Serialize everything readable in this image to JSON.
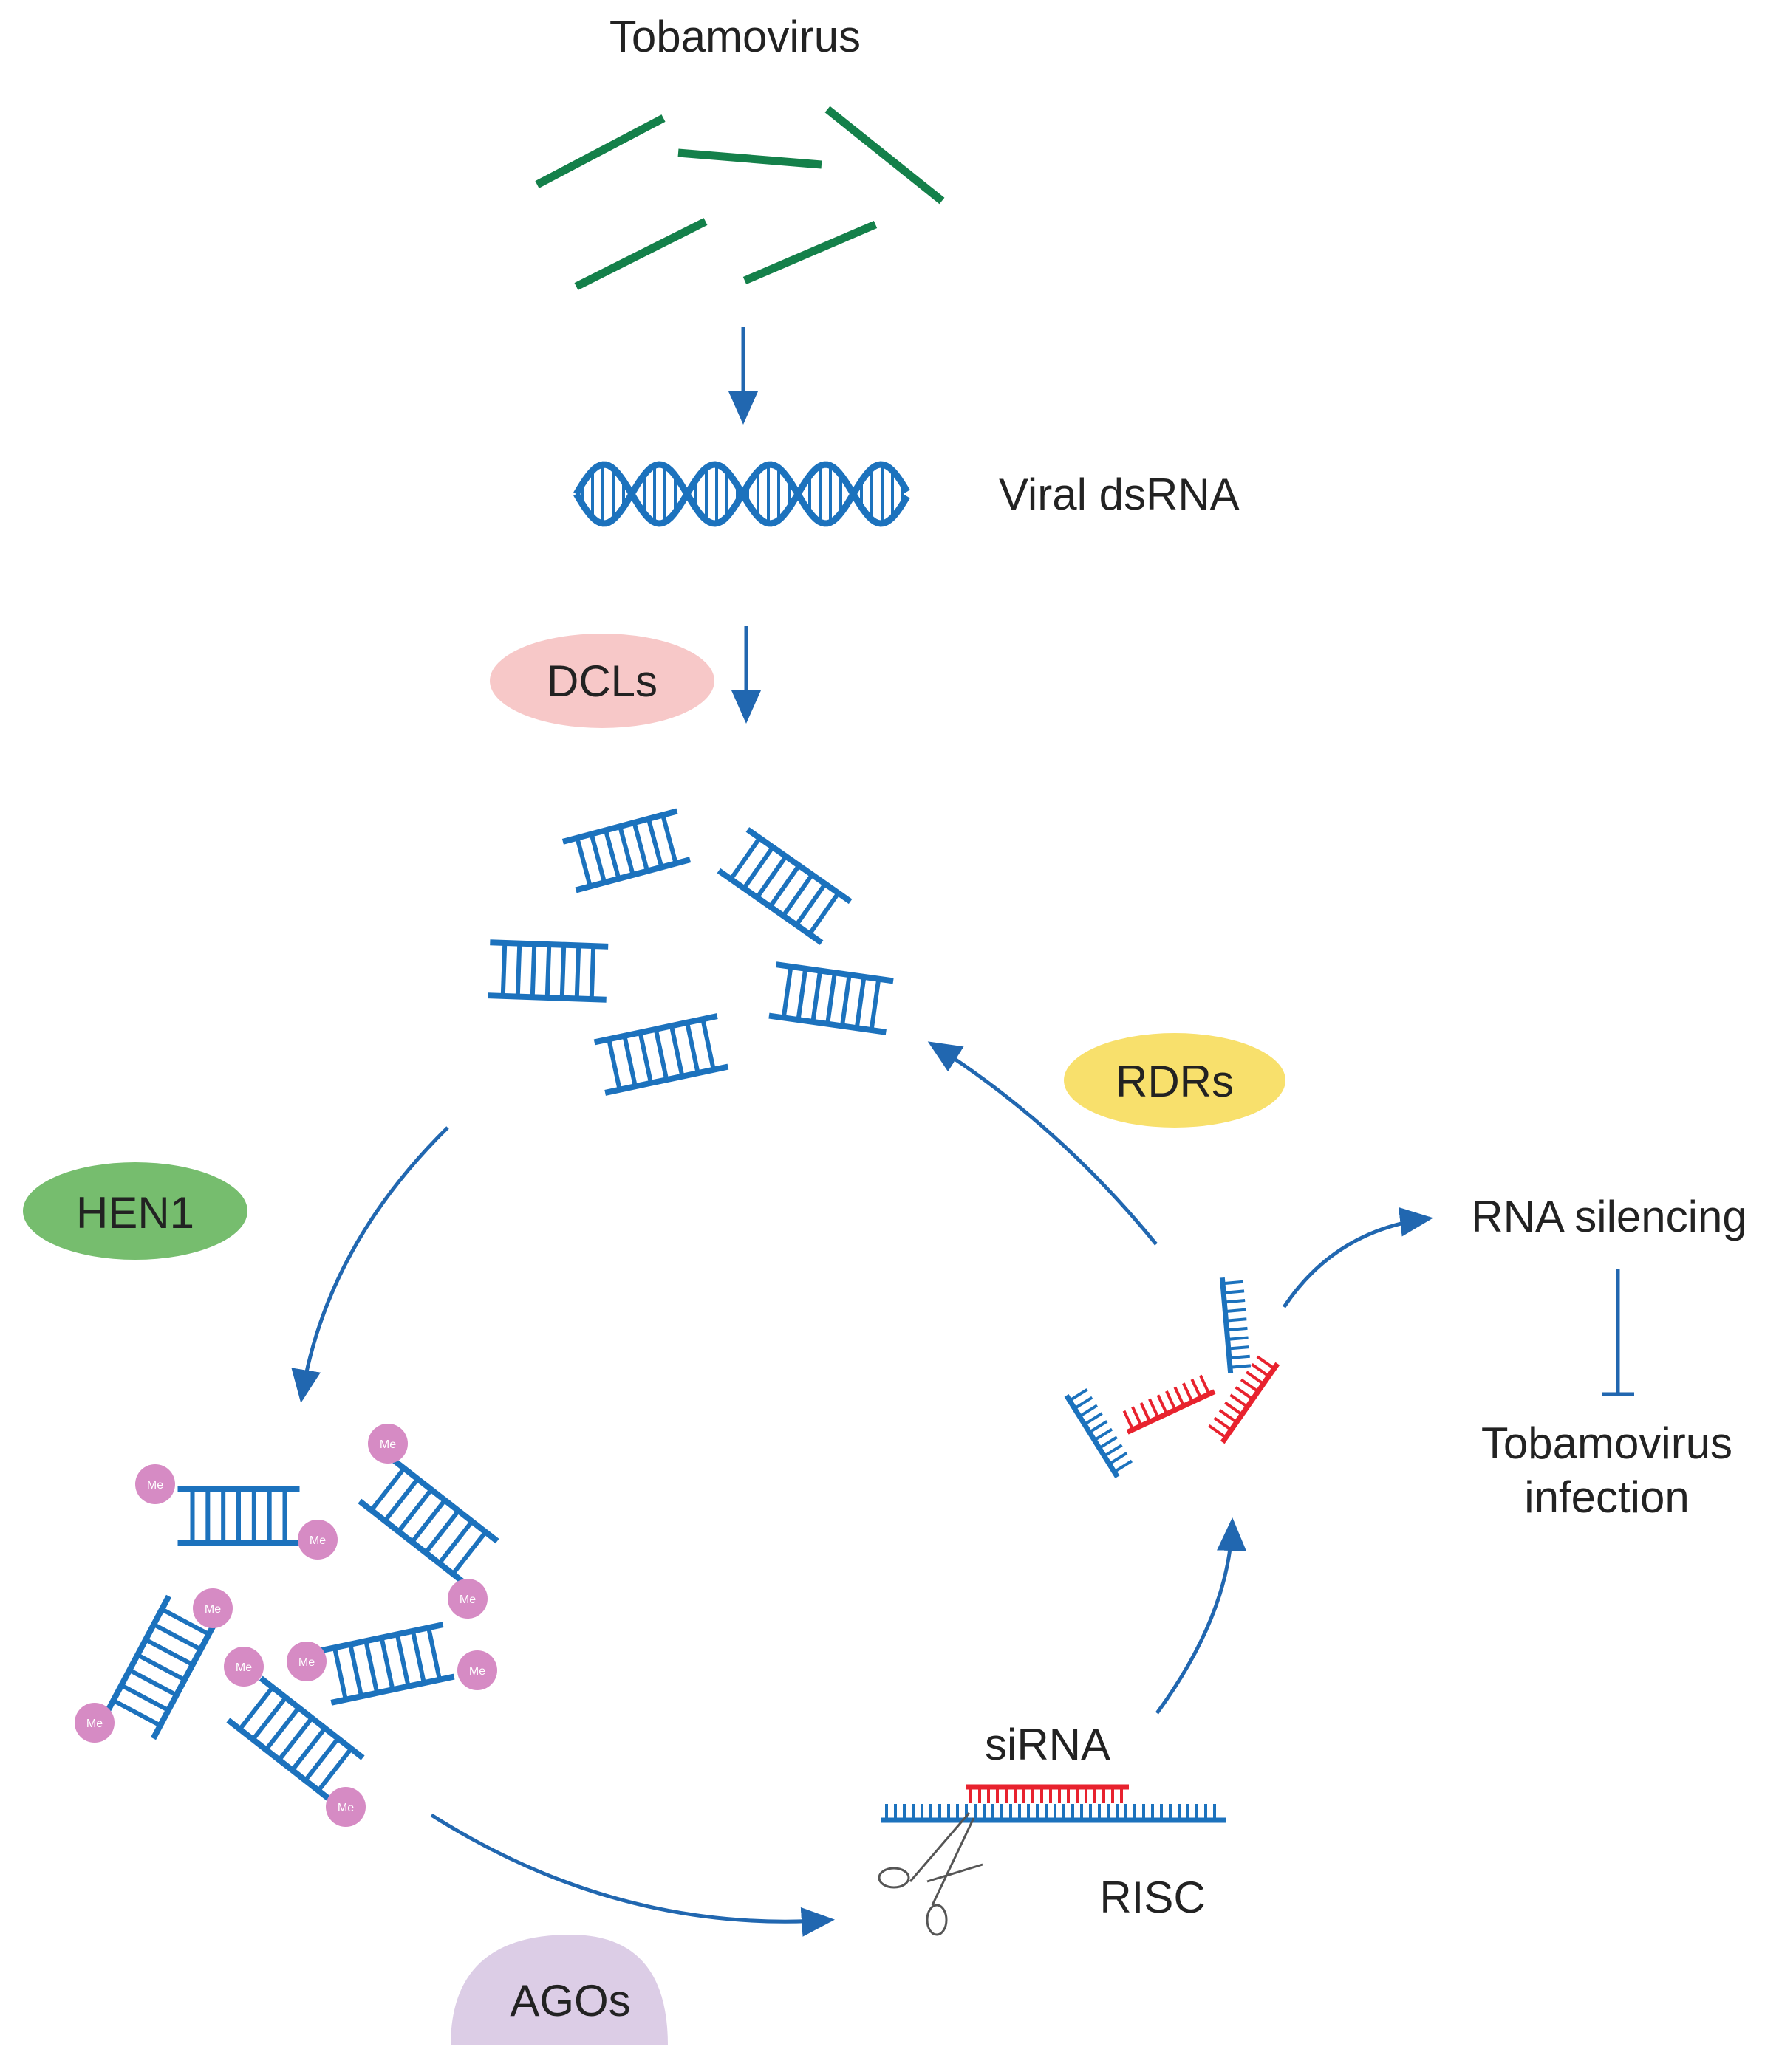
{
  "colors": {
    "virus_green": "#14804a",
    "rna_blue": "#1c72bd",
    "arrow_blue": "#2167b0",
    "sirna_red": "#e8222e",
    "dcl_pink": "#f7c8c8",
    "rdr_yellow": "#f8e06c",
    "hen1_green": "#76bd6e",
    "ago_purple": "#dccde6",
    "me_purple": "#d68bc4",
    "text": "#222222"
  },
  "labels": {
    "tobamovirus": "Tobamovirus",
    "viral_dsrna": "Viral dsRNA",
    "dcls": "DCLs",
    "rdrs": "RDRs",
    "hen1": "HEN1",
    "agos": "AGOs",
    "sirna": "siRNA",
    "risc": "RISC",
    "rna_silencing": "RNA silencing",
    "infection_line1": "Tobamovirus",
    "infection_line2": "infection",
    "me": "Me"
  },
  "icons": {
    "virus_rods": "virus-rod-icon",
    "dsrna_helix": "double-helix-icon",
    "sirna_duplex": "rna-duplex-icon",
    "methyl_tag": "methyl-group-icon",
    "scissors": "scissors-icon"
  }
}
